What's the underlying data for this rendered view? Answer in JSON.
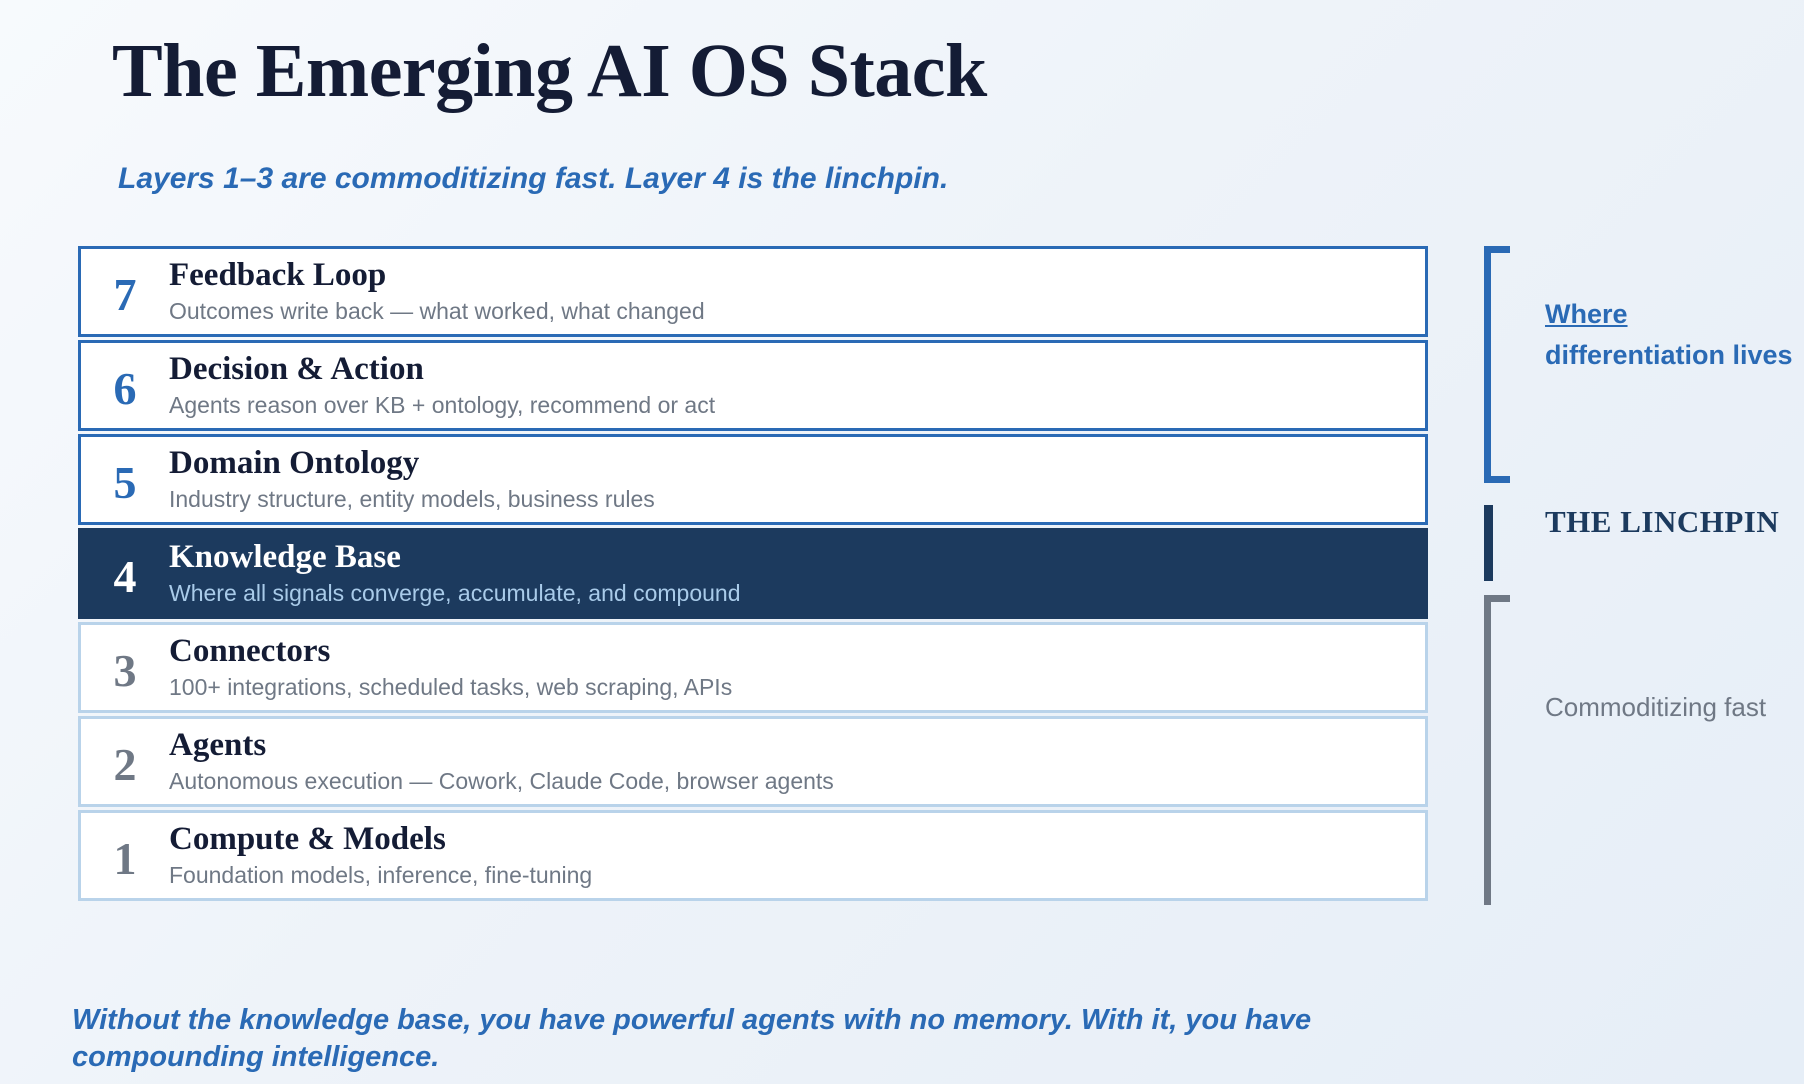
{
  "header": {
    "title": "The Emerging AI OS Stack",
    "subtitle": "Layers 1–3 are commoditizing fast. Layer 4 is the linchpin."
  },
  "colors": {
    "accent_blue": "#2a6ab5",
    "linchpin_navy": "#1c3a5e",
    "muted_gray": "#6f7885",
    "light_border": "#b9d3ea",
    "title_navy": "#141c35",
    "linchpin_desc_blue": "#a9cbe9"
  },
  "stack": {
    "layers": [
      {
        "number": "7",
        "title": "Feedback Loop",
        "description": "Outcomes write back — what worked, what changed",
        "style": "accent"
      },
      {
        "number": "6",
        "title": "Decision & Action",
        "description": "Agents reason over KB + ontology, recommend or act",
        "style": "accent"
      },
      {
        "number": "5",
        "title": "Domain Ontology",
        "description": "Industry structure, entity models, business rules",
        "style": "accent"
      },
      {
        "number": "4",
        "title": "Knowledge Base",
        "description": "Where all signals converge, accumulate, and compound",
        "style": "linchpin"
      },
      {
        "number": "3",
        "title": "Connectors",
        "description": "100+ integrations, scheduled tasks, web scraping, APIs",
        "style": "muted"
      },
      {
        "number": "2",
        "title": "Agents",
        "description": "Autonomous execution — Cowork, Claude Code, browser agents",
        "style": "muted"
      },
      {
        "number": "1",
        "title": "Compute & Models",
        "description": "Foundation models, inference, fine-tuning",
        "style": "muted"
      }
    ]
  },
  "annotations": {
    "differentiation": {
      "first_word": "Where",
      "rest": " differentiation lives"
    },
    "linchpin": "THE LINCHPIN",
    "commoditizing": "Commoditizing fast"
  },
  "footer": {
    "note": "Without the knowledge base, you have powerful agents with no memory. With it, you have compounding intelligence."
  }
}
